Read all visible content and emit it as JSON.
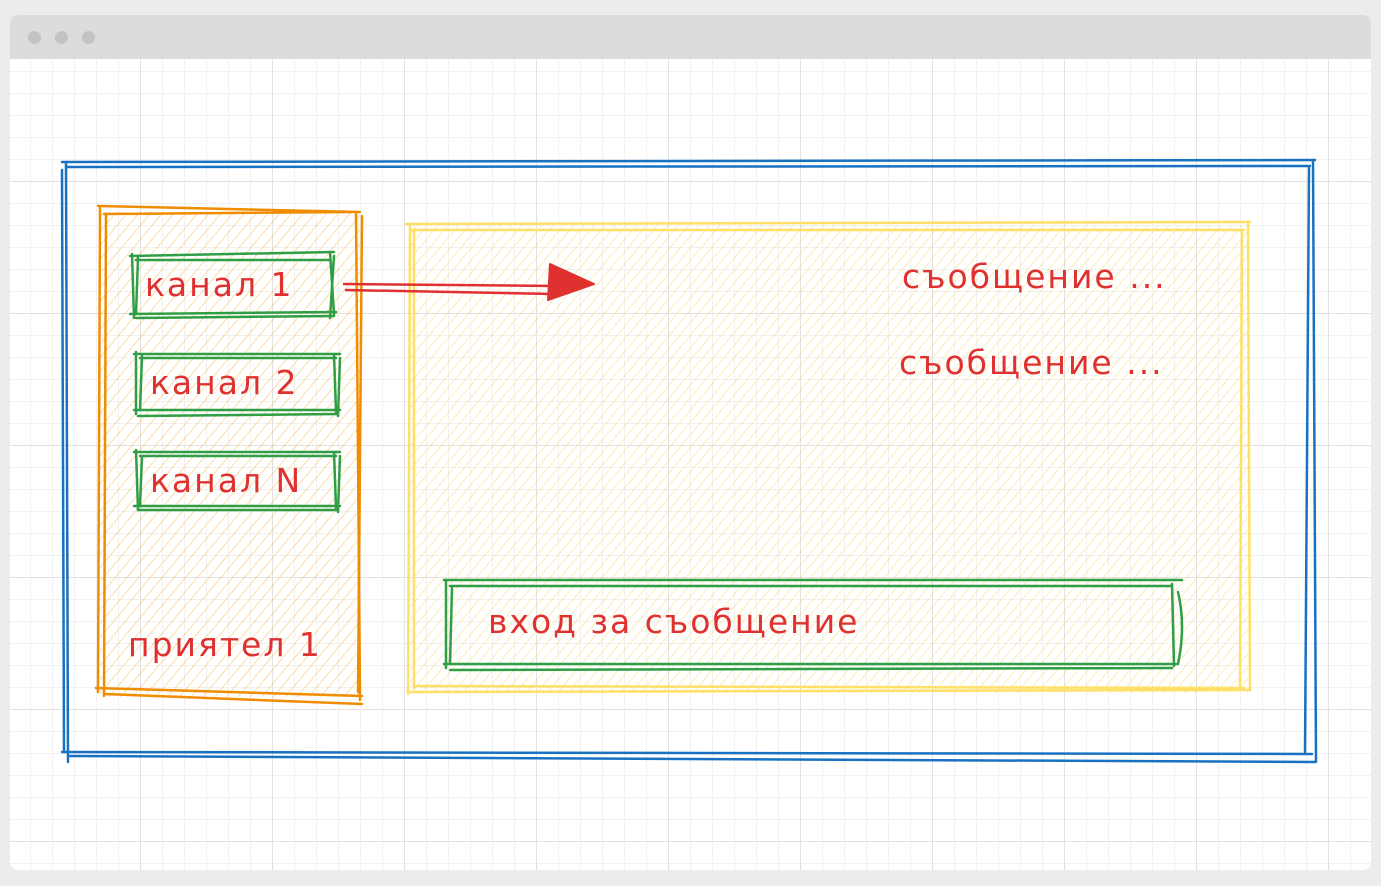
{
  "window": {
    "controls": [
      "dot",
      "dot",
      "dot"
    ]
  },
  "sidebar": {
    "channels": [
      {
        "label": "канал 1"
      },
      {
        "label": "канал 2"
      },
      {
        "label": "канал N"
      }
    ],
    "friend": {
      "label": "приятел 1"
    }
  },
  "chat": {
    "messages": [
      {
        "text": "съобщение ..."
      },
      {
        "text": "съобщение ..."
      }
    ],
    "input": {
      "placeholder": "вход за съобщение"
    }
  },
  "colors": {
    "frame": "#1971c2",
    "sidebar": "#f08c00",
    "sidebar_fill": "#ffc9a0",
    "chat": "#ffec99",
    "chat_fill": "#ffe066",
    "element": "#2f9e44",
    "text": "#e03131"
  }
}
